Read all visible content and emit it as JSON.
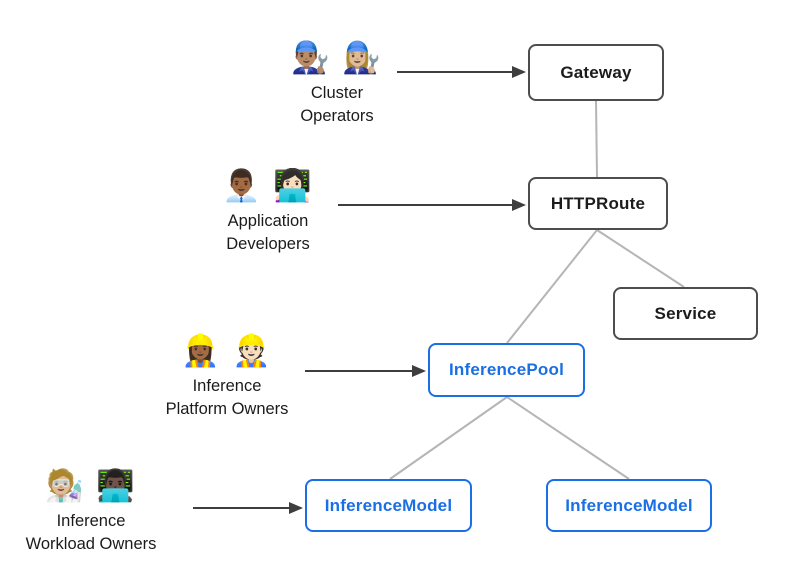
{
  "personas": [
    {
      "id": "cluster-operators",
      "emoji": "👨🏽‍🔧 👩🏼‍🔧",
      "emoji_names": "man-mechanic-icon woman-mechanic-icon",
      "line1": "Cluster",
      "line2": "Operators"
    },
    {
      "id": "application-developers",
      "emoji": "👨🏾‍💼 👩🏻‍💻",
      "emoji_names": "man-office-worker-icon woman-technologist-icon",
      "line1": "Application",
      "line2": "Developers"
    },
    {
      "id": "inference-platform-owners",
      "emoji": "👷🏾‍♀️ 👷🏻",
      "emoji_names": "woman-construction-worker-icon construction-worker-icon",
      "line1": "Inference",
      "line2": "Platform Owners"
    },
    {
      "id": "inference-workload-owners",
      "emoji": "🧑🏼‍🔬 👨🏿‍💻",
      "emoji_names": "scientist-icon man-technologist-icon",
      "line1": "Inference",
      "line2": "Workload Owners"
    }
  ],
  "nodes": [
    {
      "id": "gateway",
      "label": "Gateway",
      "style": "standard"
    },
    {
      "id": "httproute",
      "label": "HTTPRoute",
      "style": "standard"
    },
    {
      "id": "service",
      "label": "Service",
      "style": "standard"
    },
    {
      "id": "inferencepool",
      "label": "InferencePool",
      "style": "inference"
    },
    {
      "id": "inferencemodel-1",
      "label": "InferenceModel",
      "style": "inference"
    },
    {
      "id": "inferencemodel-2",
      "label": "InferenceModel",
      "style": "inference"
    }
  ],
  "edges": {
    "hierarchy": [
      "gateway-httproute",
      "httproute-inferencepool",
      "httproute-service",
      "inferencepool-inferencemodel-1",
      "inferencepool-inferencemodel-2"
    ],
    "actor_arrows": [
      "cluster-operators-to-gateway",
      "application-developers-to-httproute",
      "inference-platform-owners-to-inferencepool",
      "inference-workload-owners-to-inferencemodel-1"
    ]
  },
  "colors": {
    "standard_border": "#4d4d4d",
    "standard_text": "#1c1c1c",
    "inference_blue": "#1a6fe5",
    "connector_gray": "#b5b5b5",
    "arrow_dark": "#3e3e3e",
    "background": "#ffffff"
  }
}
